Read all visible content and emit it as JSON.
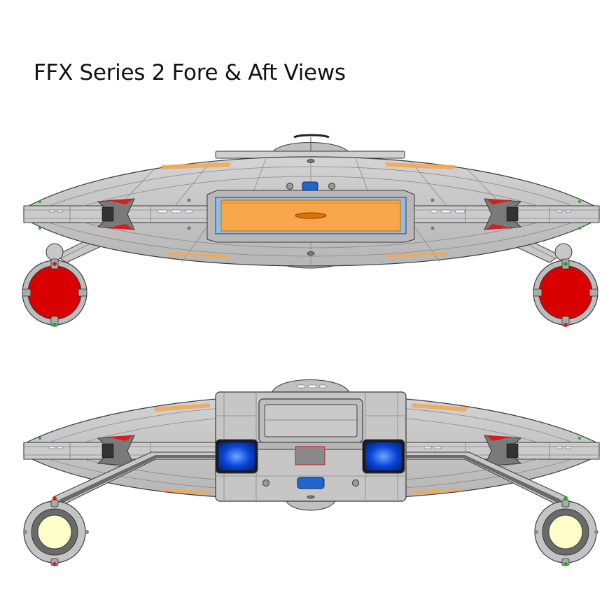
{
  "page": {
    "title": "FFX Series 2 Fore & Aft Views"
  },
  "colors": {
    "hull": "#c8c8c8",
    "hull_dark": "#9a9a9a",
    "outline": "#3a3a3a",
    "deflector_orange": "#f7a64a",
    "deflector_frame": "#8fbde8",
    "accent_orange": "#f2a857",
    "bussard_red": "#d80000",
    "exhaust_yellow": "#fffdc8",
    "impulse_blue": "#0a45d8",
    "indicator_blue": "#1e66cc",
    "nav_green": "#22aa22",
    "nav_red": "#dd2222"
  },
  "views": [
    {
      "id": "fore",
      "icon": "fore-view-drawing"
    },
    {
      "id": "aft",
      "icon": "aft-view-drawing"
    }
  ]
}
